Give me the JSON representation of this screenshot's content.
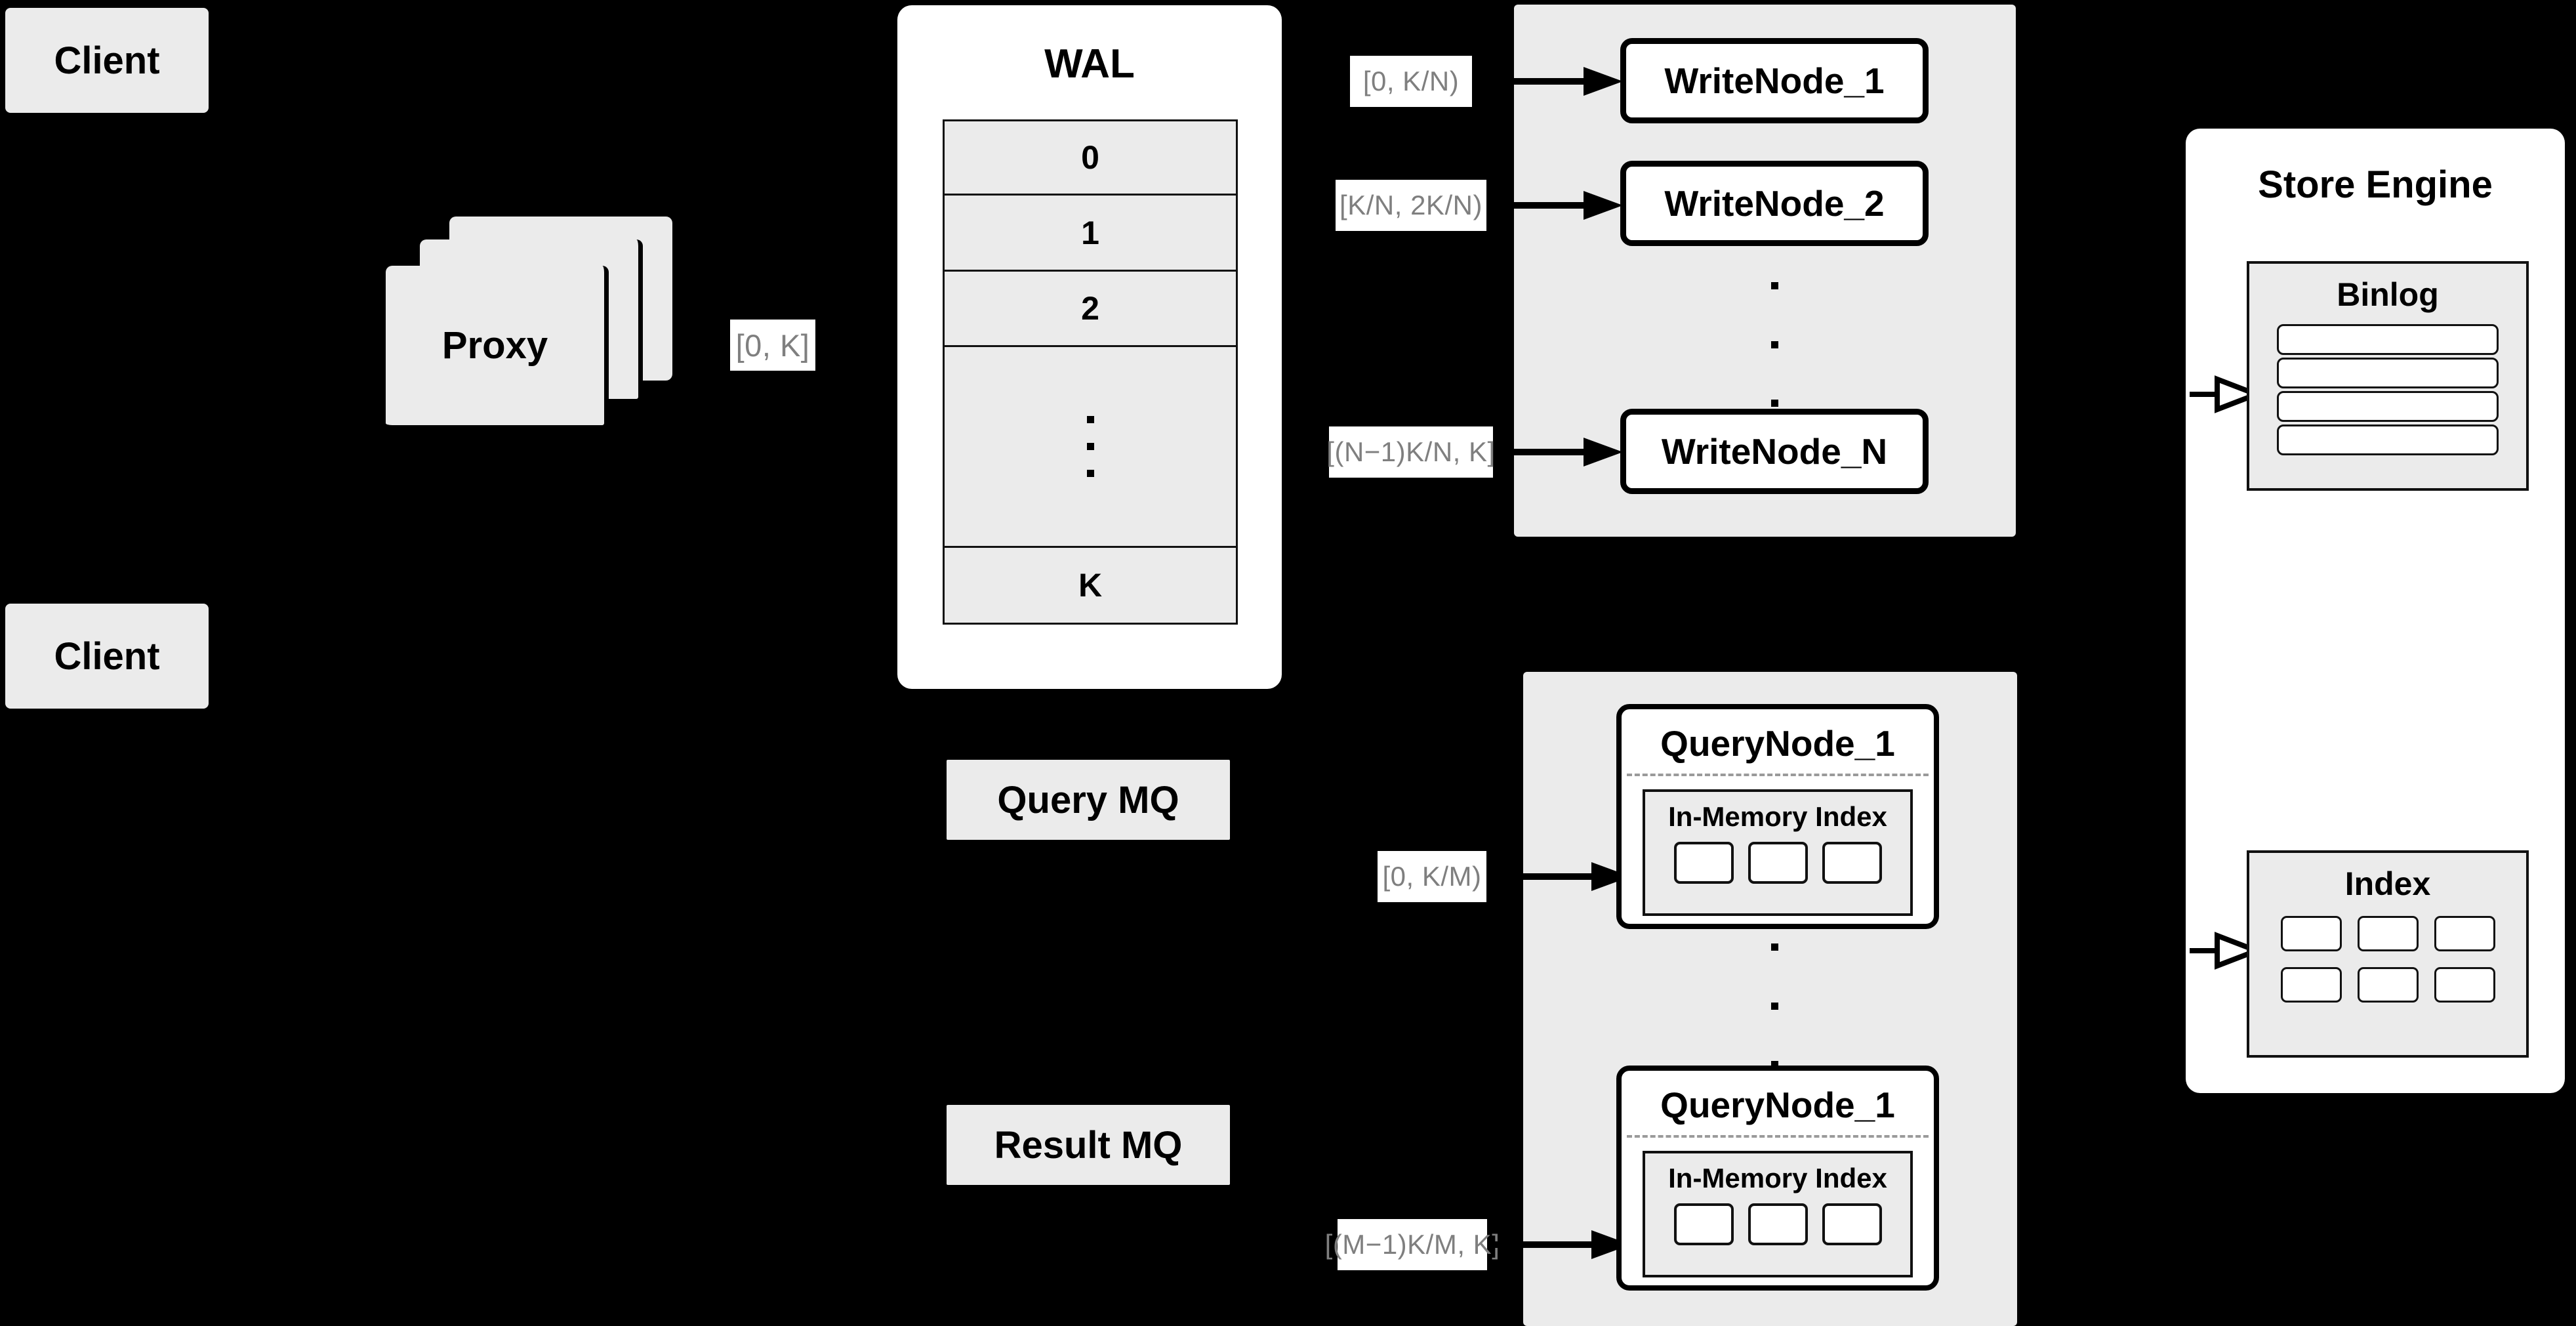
{
  "diagram": {
    "clients": [
      {
        "label": "Client"
      },
      {
        "label": "Client"
      }
    ],
    "proxy": {
      "label": "Proxy"
    },
    "proxy_range_label": "[0, K]",
    "wal": {
      "title": "WAL",
      "rows": [
        "0",
        "1",
        "2",
        "···",
        "K"
      ]
    },
    "write_cluster": {
      "nodes": [
        {
          "label": "WriteNode_1",
          "range": "[0,  K/N)"
        },
        {
          "label": "WriteNode_2",
          "range": "[K/N, 2K/N)"
        },
        {
          "label": "WriteNode_N",
          "range": "[(N−1)K/N,  K]"
        }
      ],
      "ellipsis": "···"
    },
    "query_mq": {
      "label": "Query MQ"
    },
    "result_mq": {
      "label": "Result MQ"
    },
    "query_cluster": {
      "nodes": [
        {
          "label": "QueryNode_1",
          "range": "[0, K/M)",
          "index": {
            "title": "In-Memory Index",
            "cells": [
              "",
              "",
              ""
            ]
          }
        },
        {
          "label": "QueryNode_1",
          "range": "[(M−1)K/M, K]",
          "index": {
            "title": "In-Memory Index",
            "cells": [
              "",
              "",
              ""
            ]
          }
        }
      ],
      "ellipsis": "···"
    },
    "store_engine": {
      "title": "Store Engine",
      "binlog": {
        "title": "Binlog",
        "rows": [
          "",
          "",
          "",
          ""
        ]
      },
      "index": {
        "title": "Index",
        "cells": [
          "",
          "",
          "",
          "",
          "",
          ""
        ]
      }
    },
    "colors": {
      "background": "#000000",
      "node_fill": "#ebebeb",
      "panel_fill": "#ffffff",
      "stroke": "#000000",
      "label_text": "#7f7f7f",
      "dashed_sep": "#9a9a9a"
    }
  }
}
